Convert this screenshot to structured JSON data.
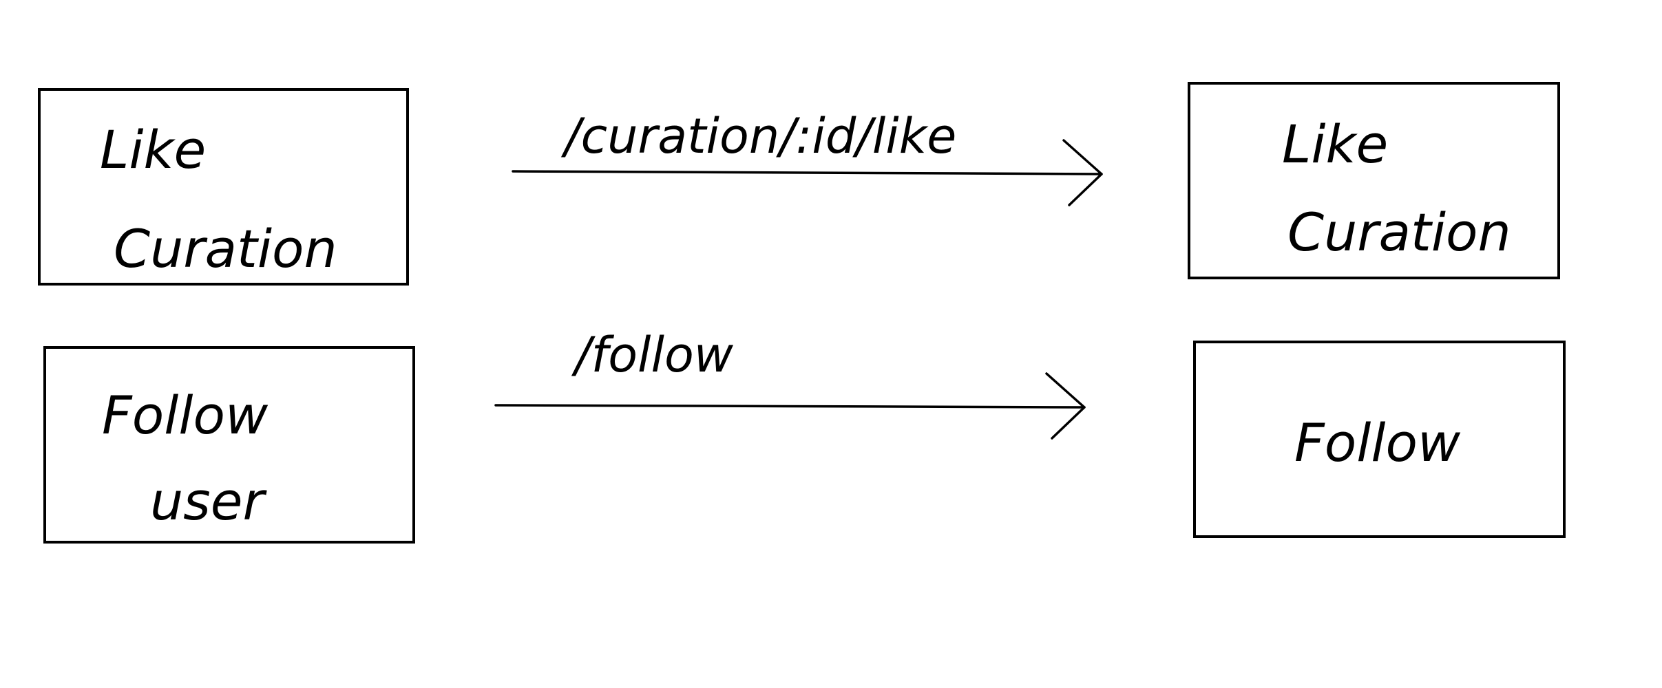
{
  "diagram": {
    "source_boxes": [
      {
        "line1": "Like",
        "line2": "Curation"
      },
      {
        "line1": "Follow",
        "line2": "user"
      }
    ],
    "target_boxes": [
      {
        "line1": "Like",
        "line2": "Curation"
      },
      {
        "line1": "Follow"
      }
    ],
    "arrows": [
      {
        "label": "/curation/:id/like"
      },
      {
        "label": "/follow"
      }
    ]
  }
}
